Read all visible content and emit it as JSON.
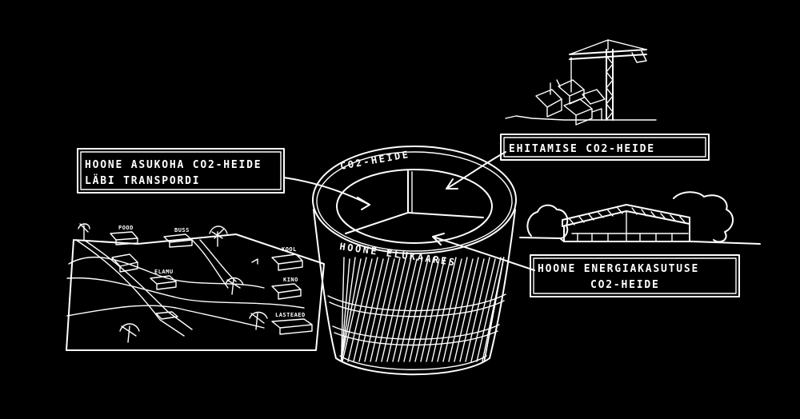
{
  "colors": {
    "background": "#000000",
    "ink": "#ffffff"
  },
  "labels": {
    "location_line1": "HOONE ASUKOHA CO2-HEIDE",
    "location_line2": "LÄBI TRANSPORDI",
    "construction": "EHITAMISE CO2-HEIDE",
    "energy_line1": "HOONE ENERGIAKASUTUSE",
    "energy_line2": "CO2-HEIDE",
    "cup_top": "CO2-HEIDE",
    "cup_rim": "HOONE ELUKAARES"
  },
  "map_labels": {
    "pood": "POOD",
    "buss": "BUSS",
    "kool": "KOOL",
    "elamu": "ELAMU",
    "kino": "KINO",
    "lasteaed": "LASTEAED"
  }
}
